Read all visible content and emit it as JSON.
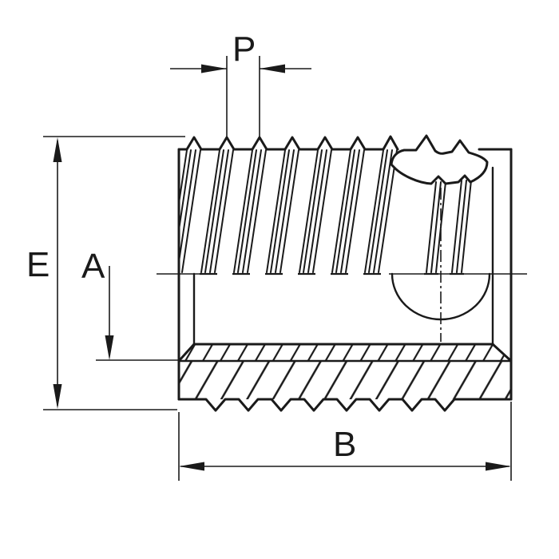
{
  "drawing": {
    "labels": {
      "pitch": "P",
      "height": "E",
      "depth": "A",
      "width": "B"
    },
    "colors": {
      "line": "#1a1a1a",
      "background": "#ffffff"
    }
  }
}
